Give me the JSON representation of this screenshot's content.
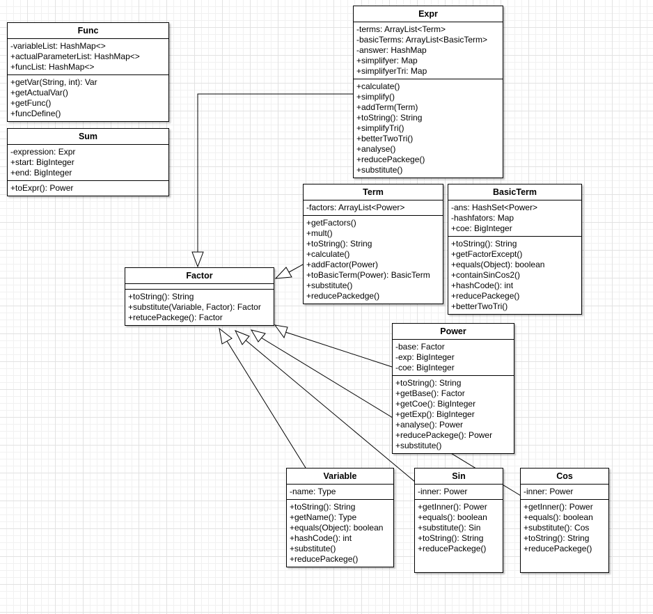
{
  "classes": {
    "func": {
      "name": "Func",
      "attributes": [
        "-variableList: HashMap<>",
        "+actualParameterList: HashMap<>",
        "+funcList: HashMap<>"
      ],
      "methods": [
        "+getVar(String, int): Var",
        "+getActualVar()",
        "+getFunc()",
        "+funcDefine()"
      ]
    },
    "sum": {
      "name": "Sum",
      "attributes": [
        "-expression: Expr",
        "+start: BigInteger",
        "+end: BigInteger"
      ],
      "methods": [
        "+toExpr(): Power"
      ]
    },
    "expr": {
      "name": "Expr",
      "attributes": [
        "-terms: ArrayList<Term>",
        "-basicTerms: ArrayList<BasicTerm>",
        "-answer: HashMap",
        "+simplifyer: Map",
        "+simplifyerTri: Map"
      ],
      "methods": [
        "+calculate()",
        "+simplify()",
        "+addTerm(Term)",
        "+toString(): String",
        "+simplifyTri()",
        "+betterTwoTri()",
        "+analyse()",
        "+reducePackege()",
        "+substitute()"
      ]
    },
    "term": {
      "name": "Term",
      "attributes": [
        "-factors: ArrayList<Power>"
      ],
      "methods": [
        "+getFactors()",
        "+mult()",
        "+toString(): String",
        "+calculate()",
        "+addFactor(Power)",
        "+toBasicTerm(Power): BasicTerm",
        "+substitute()",
        "+reducePackedge()"
      ]
    },
    "basicterm": {
      "name": "BasicTerm",
      "attributes": [
        "-ans: HashSet<Power>",
        "-hashfators: Map",
        "+coe: BigInteger"
      ],
      "methods": [
        "+toString(): String",
        "+getFactorExcept()",
        "+equals(Object): boolean",
        "+containSinCos2()",
        "+hashCode(): int",
        "+reducePackege()",
        "+betterTwoTri()"
      ]
    },
    "factor": {
      "name": "Factor",
      "attributes": [],
      "methods": [
        "+toString(): String",
        "+substitute(Variable, Factor): Factor",
        "+retucePackege(): Factor"
      ]
    },
    "power": {
      "name": "Power",
      "attributes": [
        "-base: Factor",
        "-exp: BigInteger",
        "-coe: BigInteger"
      ],
      "methods": [
        "+toString(): String",
        "+getBase(): Factor",
        "+getCoe(): BigInteger",
        "+getExp(): BigInteger",
        "+analyse(): Power",
        "+reducePackege(): Power",
        "+substitute()"
      ]
    },
    "variable": {
      "name": "Variable",
      "attributes": [
        "-name: Type"
      ],
      "methods": [
        "+toString(): String",
        "+getName(): Type",
        "+equals(Object): boolean",
        "+hashCode(): int",
        "+substitute()",
        "+reducePackege()"
      ]
    },
    "sin": {
      "name": "Sin",
      "attributes": [
        "-inner: Power"
      ],
      "methods": [
        "+getInner(): Power",
        "+equals(): boolean",
        "+substitute(): Sin",
        "+toString(): String",
        "+reducePackege()"
      ]
    },
    "cos": {
      "name": "Cos",
      "attributes": [
        "-inner: Power"
      ],
      "methods": [
        "+getInner(): Power",
        "+equals(): boolean",
        "+substitute(): Cos",
        "+toString(): String",
        "+reducePackege()"
      ]
    }
  },
  "relations": [
    {
      "type": "generalization",
      "from": "Expr",
      "to": "Factor"
    },
    {
      "type": "generalization",
      "from": "Term",
      "to": "Factor"
    },
    {
      "type": "generalization",
      "from": "Power",
      "to": "Factor"
    },
    {
      "type": "generalization",
      "from": "Variable",
      "to": "Factor"
    },
    {
      "type": "generalization",
      "from": "Sin",
      "to": "Factor"
    },
    {
      "type": "generalization",
      "from": "Cos",
      "to": "Factor"
    }
  ]
}
